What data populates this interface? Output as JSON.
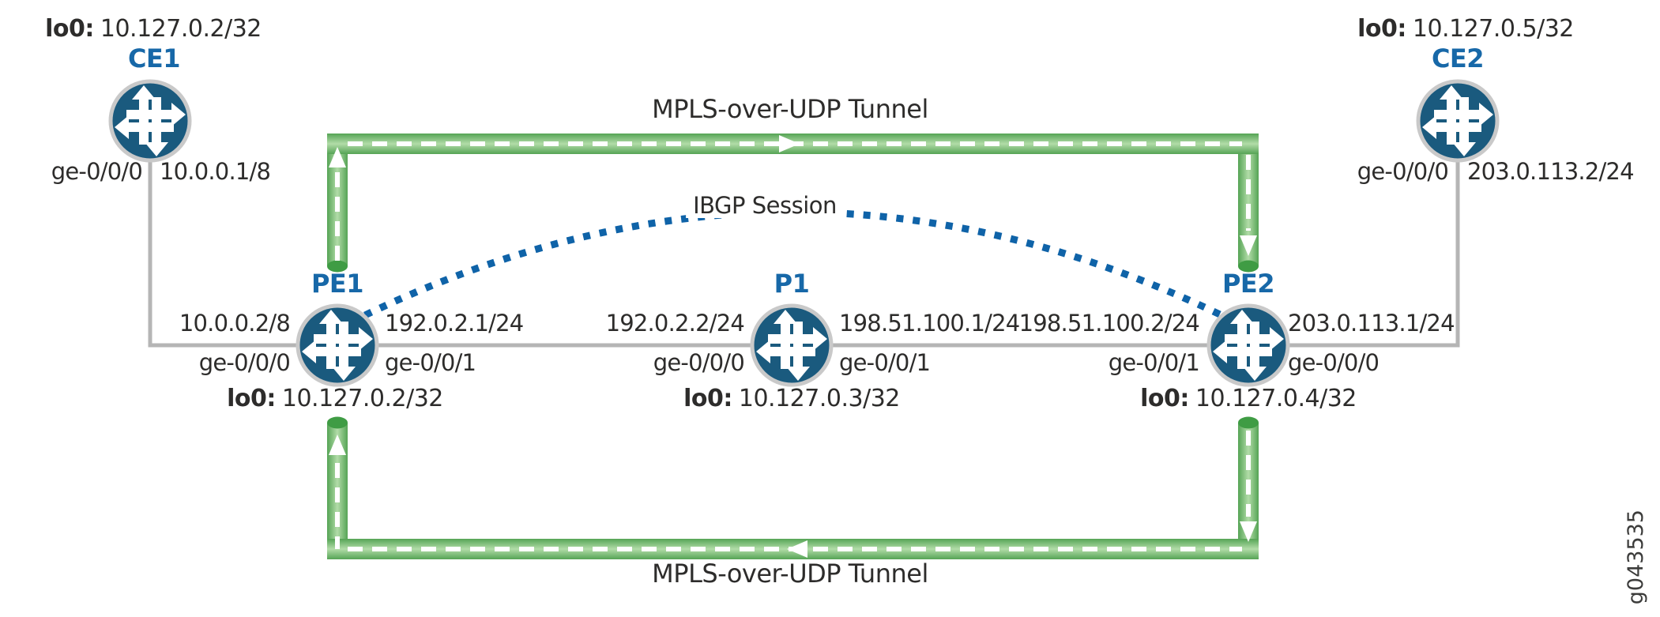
{
  "figure_id": "g043535",
  "colors": {
    "router_fill": "#1A5A7E",
    "router_ring": "#C9C9C9",
    "label_blue": "#1768A8",
    "tunnel_edge": "#55A455",
    "tunnel_light": "#B2DCA8",
    "tunnel_cap": "#3F9C44",
    "ibgp_blue": "#0F63A8",
    "link_gray": "#B5B5B5",
    "text_dark": "#2D2C2B"
  },
  "ibgp_session": {
    "label": "IBGP Session",
    "from": "PE1",
    "to": "PE2"
  },
  "tunnels": {
    "top": {
      "label": "MPLS-over-UDP Tunnel",
      "from": "PE1",
      "to": "PE2"
    },
    "bottom": {
      "label": "MPLS-over-UDP Tunnel",
      "from": "PE2",
      "to": "PE1"
    }
  },
  "nodes": {
    "ce1": {
      "name": "CE1",
      "loopback_label": "lo0:",
      "loopback": "10.127.0.2/32",
      "interface": "ge-0/0/0",
      "ip": "10.0.0.1/8"
    },
    "pe1": {
      "name": "PE1",
      "loopback_label": "lo0:",
      "loopback": "10.127.0.2/32",
      "left_ip": "10.0.0.2/8",
      "left_interface": "ge-0/0/0",
      "right_ip": "192.0.2.1/24",
      "right_interface": "ge-0/0/1"
    },
    "p1": {
      "name": "P1",
      "loopback_label": "lo0:",
      "loopback": "10.127.0.3/32",
      "left_ip": "192.0.2.2/24",
      "left_interface": "ge-0/0/0",
      "right_ip": "198.51.100.1/24",
      "right_interface": "ge-0/0/1"
    },
    "pe2": {
      "name": "PE2",
      "loopback_label": "lo0:",
      "loopback": "10.127.0.4/32",
      "left_ip": "198.51.100.2/24",
      "left_interface": "ge-0/0/1",
      "right_ip": "203.0.113.1/24",
      "right_interface": "ge-0/0/0"
    },
    "ce2": {
      "name": "CE2",
      "loopback_label": "lo0:",
      "loopback": "10.127.0.5/32",
      "interface": "ge-0/0/0",
      "ip": "203.0.113.2/24"
    }
  }
}
